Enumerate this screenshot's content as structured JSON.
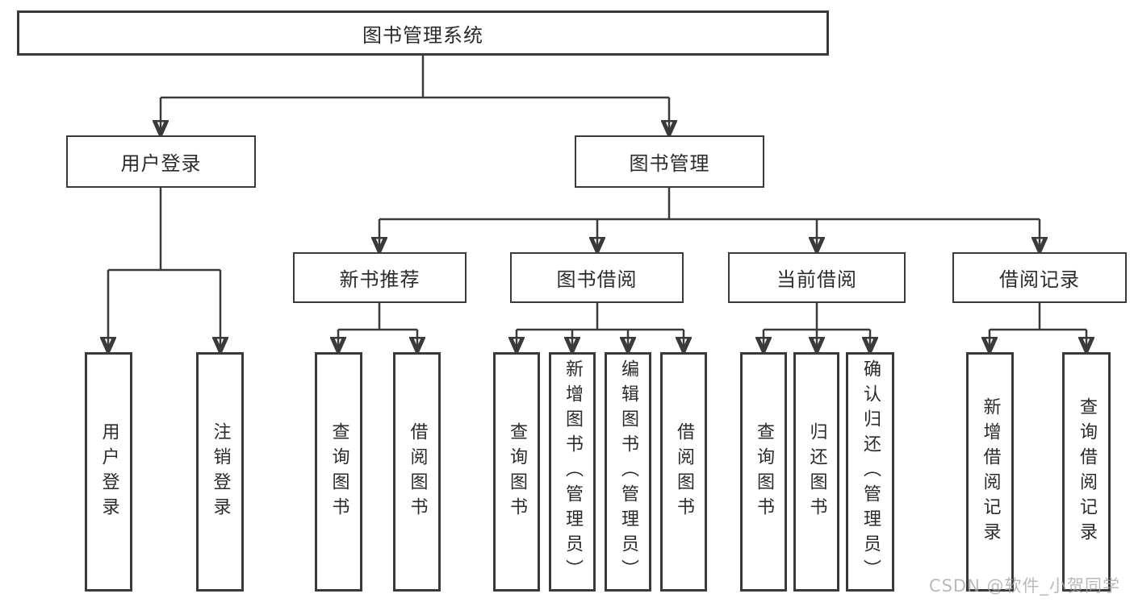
{
  "colors": {
    "line": "#3a3a3a",
    "text": "#2b2b2b",
    "background": "#ffffff",
    "watermark": "#a9a9a9"
  },
  "tree": {
    "root": {
      "label": "图书管理系统",
      "children": [
        {
          "label": "用户登录",
          "children": [
            {
              "label": "用户登录"
            },
            {
              "label": "注销登录"
            }
          ]
        },
        {
          "label": "图书管理",
          "children": [
            {
              "label": "新书推荐",
              "children": [
                {
                  "label": "查询图书"
                },
                {
                  "label": "借阅图书"
                }
              ]
            },
            {
              "label": "图书借阅",
              "children": [
                {
                  "label": "查询图书"
                },
                {
                  "label": "新增图书（管理员）"
                },
                {
                  "label": "编辑图书（管理员）"
                },
                {
                  "label": "借阅图书"
                }
              ]
            },
            {
              "label": "当前借阅",
              "children": [
                {
                  "label": "查询图书"
                },
                {
                  "label": "归还图书"
                },
                {
                  "label": "确认归还（管理员）"
                }
              ]
            },
            {
              "label": "借阅记录",
              "children": [
                {
                  "label": "新增借阅记录"
                },
                {
                  "label": "查询借阅记录"
                }
              ]
            }
          ]
        }
      ]
    }
  },
  "watermark": {
    "text": "CSDN @软件_小贺同学"
  }
}
